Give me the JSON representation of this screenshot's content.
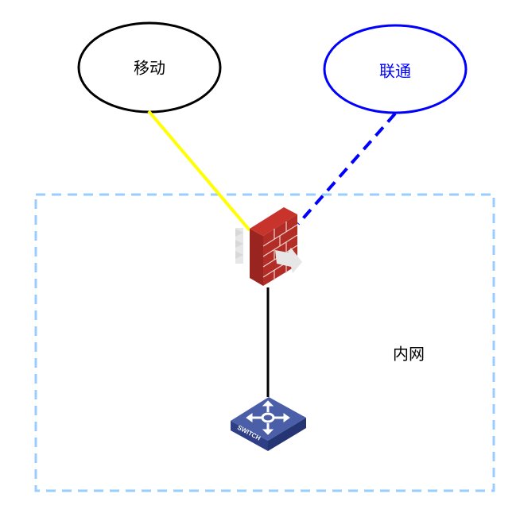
{
  "nodes": {
    "mobile": {
      "label": "移动",
      "color": "#000000"
    },
    "unicom": {
      "label": "联通",
      "color": "#0000ff"
    },
    "intranet": {
      "label": "内网",
      "border_color": "#99ccff"
    },
    "firewall": {
      "icon": "firewall-icon"
    },
    "switch": {
      "icon": "switch-icon",
      "text": "SWITCH"
    }
  },
  "links": {
    "mobile_to_firewall": {
      "color": "#ffff00",
      "style": "solid"
    },
    "unicom_to_firewall": {
      "color": "#0000ff",
      "style": "dashed"
    },
    "firewall_to_switch": {
      "color": "#000000",
      "style": "solid"
    }
  }
}
